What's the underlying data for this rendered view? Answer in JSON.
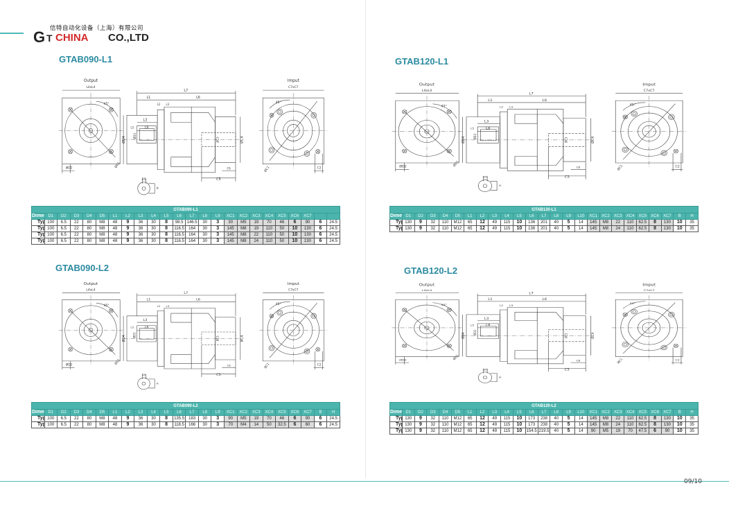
{
  "company": {
    "name_cn": "信特自动化设备（上海）有限公司",
    "logo_g": "G",
    "logo_t": "T",
    "logo_china": "CHINA",
    "logo_co": "CO.,LTD"
  },
  "page_number": "09/10",
  "drawing_labels": {
    "output": "Output",
    "output_dim": "L4xL4",
    "input": "Imput",
    "input_dim": "C7xC7",
    "angle": "45°",
    "L7": "L7",
    "L1": "L1",
    "L6": "L6",
    "L2": "L2",
    "L3": "L3",
    "L5": "L5",
    "L8": "L8",
    "D4": "ØD4",
    "D3": "ØD3",
    "C4": "ØC4",
    "C3": "ØC3",
    "C5": "C5",
    "C6": "C6",
    "D2": "ØD2",
    "D1": "ØD1",
    "C1": "ØC1",
    "C2": "C2",
    "D5": "D5",
    "H": "H"
  },
  "sections": [
    {
      "title": "GTAB090-L1",
      "table_title": "GTAB090-L1",
      "headers": [
        "Dimension",
        "D1",
        "D2",
        "D3",
        "D4",
        "D5",
        "L1",
        "L2",
        "L3",
        "L4",
        "L5",
        "L6",
        "L7",
        "L8",
        "L9",
        "XC1",
        "XC2",
        "XC3",
        "XC4",
        "XC5",
        "XC6",
        "XC7",
        "",
        ""
      ],
      "rows": [
        [
          "TypeⅠ",
          "100",
          "6.5",
          "22",
          "80",
          "M8",
          "48",
          "9",
          "36",
          "30",
          "8",
          "98.5",
          "146.5",
          "30",
          "3",
          "30",
          "M5",
          "19",
          "70",
          "46",
          "6",
          "90",
          "6",
          "24.5"
        ],
        [
          "TypeⅡ",
          "100",
          "6.5",
          "22",
          "80",
          "M8",
          "48",
          "9",
          "36",
          "30",
          "8",
          "116.5",
          "164",
          "30",
          "3",
          "145",
          "M8",
          "19",
          "110",
          "50",
          "10",
          "130",
          "6",
          "24.5"
        ],
        [
          "TypeⅢ",
          "100",
          "6.5",
          "22",
          "80",
          "M8",
          "48",
          "9",
          "36",
          "30",
          "8",
          "116.5",
          "164",
          "30",
          "3",
          "145",
          "M8",
          "22",
          "110",
          "50",
          "10",
          "130",
          "6",
          "24.5"
        ],
        [
          "TypeⅣ",
          "100",
          "6.5",
          "22",
          "80",
          "M8",
          "48",
          "9",
          "36",
          "30",
          "8",
          "116.5",
          "164",
          "30",
          "3",
          "145",
          "M8",
          "24",
          "110",
          "50",
          "10",
          "130",
          "6",
          "24.5"
        ]
      ]
    },
    {
      "title": "GTAB120-L1",
      "table_title": "GTAB120-L1",
      "headers": [
        "Dimension",
        "D1",
        "D2",
        "D3",
        "D4",
        "D5",
        "L1",
        "L2",
        "L3",
        "L4",
        "L5",
        "L6",
        "L7",
        "L8",
        "L9",
        "L10",
        "XC1",
        "XC2",
        "XC3",
        "XC4",
        "XC5",
        "XC6",
        "XC7",
        "B",
        "H"
      ],
      "rows": [
        [
          "TypeⅠ",
          "130",
          "9",
          "32",
          "110",
          "M12",
          "65",
          "12",
          "49",
          "115",
          "10",
          "136",
          "201",
          "40",
          "5",
          "14",
          "145",
          "M8",
          "22",
          "110",
          "62.5",
          "8",
          "130",
          "10",
          "35"
        ],
        [
          "TypeⅡ",
          "130",
          "9",
          "32",
          "110",
          "M12",
          "65",
          "12",
          "49",
          "115",
          "10",
          "136",
          "201",
          "40",
          "5",
          "14",
          "145",
          "M8",
          "24",
          "110",
          "62.5",
          "8",
          "130",
          "10",
          "35"
        ]
      ]
    },
    {
      "title": "GTAB090-L2",
      "table_title": "GTAB090-L2",
      "headers": [
        "Dimension",
        "D1",
        "D2",
        "D3",
        "D4",
        "D5",
        "L1",
        "L2",
        "L3",
        "L4",
        "L5",
        "L6",
        "L7",
        "L8",
        "L9",
        "XC1",
        "XC2",
        "XC3",
        "XC4",
        "XC5",
        "XC6",
        "XC7",
        "B",
        "H"
      ],
      "rows": [
        [
          "TypeⅠ",
          "100",
          "6.5",
          "22",
          "80",
          "M8",
          "48",
          "9",
          "36",
          "30",
          "8",
          "135.5",
          "183",
          "30",
          "3",
          "90",
          "M5",
          "19",
          "70",
          "46",
          "6",
          "90",
          "6",
          "24.5"
        ],
        [
          "TypeⅡ",
          "100",
          "6.5",
          "22",
          "80",
          "M8",
          "48",
          "9",
          "36",
          "30",
          "8",
          "118.5",
          "166",
          "30",
          "3",
          "70",
          "M4",
          "14",
          "50",
          "32.5",
          "6",
          "60",
          "6",
          "24.5"
        ]
      ]
    },
    {
      "title": "GTAB120-L2",
      "table_title": "GTAB120-L2",
      "headers": [
        "Dimension",
        "D1",
        "D2",
        "D3",
        "D4",
        "D5",
        "L1",
        "L2",
        "L3",
        "L4",
        "L5",
        "L6",
        "L7",
        "L8",
        "L9",
        "L10",
        "XC1",
        "XC2",
        "XC3",
        "XC4",
        "XC5",
        "XC6",
        "XC7",
        "B",
        "H"
      ],
      "rows": [
        [
          "TypeⅠ",
          "130",
          "9",
          "32",
          "110",
          "M12",
          "65",
          "12",
          "49",
          "115",
          "10",
          "173",
          "238",
          "40",
          "5",
          "14",
          "145",
          "M8",
          "22",
          "110",
          "62.5",
          "8",
          "130",
          "10",
          "35"
        ],
        [
          "TypeⅡ",
          "130",
          "9",
          "32",
          "110",
          "M12",
          "65",
          "12",
          "49",
          "115",
          "10",
          "173",
          "238",
          "40",
          "5",
          "14",
          "145",
          "M8",
          "24",
          "110",
          "62.5",
          "8",
          "130",
          "10",
          "35"
        ],
        [
          "TypeⅢ",
          "130",
          "9",
          "32",
          "110",
          "M12",
          "65",
          "12",
          "49",
          "115",
          "10",
          "154.5",
          "219.5",
          "40",
          "5",
          "14",
          "90",
          "M5",
          "19",
          "70",
          "47.5",
          "6",
          "90",
          "10",
          "35"
        ]
      ]
    }
  ]
}
